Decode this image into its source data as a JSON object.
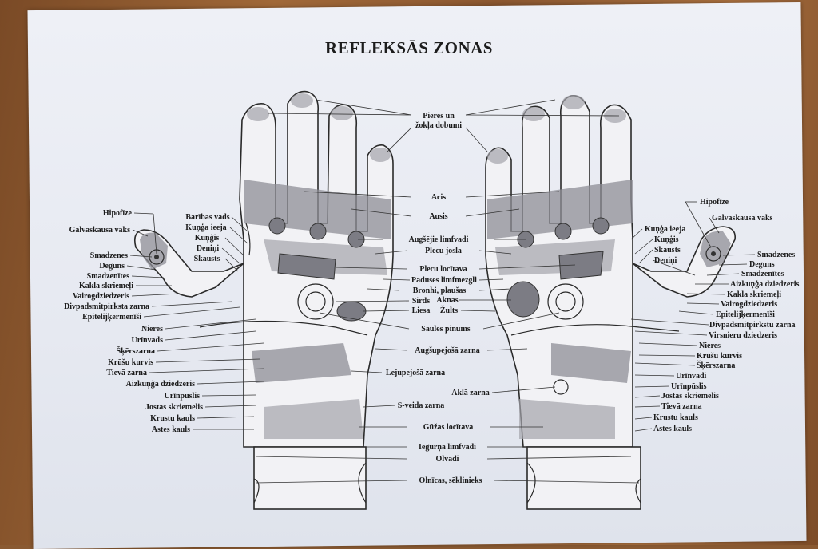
{
  "title": "REFLEKSĀS ZONAS",
  "center_labels": [
    "Pieres un",
    "žokļa dobumi",
    "Acis",
    "Ausis",
    "Augšējie limfvadi",
    "Plecu josla",
    "Plecu locītava",
    "Paduses limfmezgli",
    "Bronhi, plaušas",
    "Sirds",
    "Aknas",
    "Liesa",
    "Žults",
    "Saules pinums",
    "Augšupejošā zarna",
    "Lejupejošā zarna",
    "Aklā zarna",
    "S-veida zarna",
    "Gūžas locītava",
    "Iegurņa limfvadi",
    "Olvadi",
    "Olnīcas, sēklinieks"
  ],
  "left_labels": [
    "Hipofīze",
    "Galvaskausa vāks",
    "Smadzenes",
    "Deguns",
    "Smadzenītes",
    "Kakla skriemeļi",
    "Vairogdziedzeris",
    "Divpadsmitpirksta zarna",
    "Epitelijķermenīši",
    "Nieres",
    "Urīnvads",
    "Šķērszarna",
    "Krūšu kurvis",
    "Tievā zarna",
    "Aizkuņģa dziedzeris",
    "Urīnpūslis",
    "Jostas skriemelis",
    "Krustu kauls",
    "Astes kauls"
  ],
  "left_upper_labels": [
    "Barības vads",
    "Kuņģa ieeja",
    "Kuņģis",
    "Deniņi",
    "Skausts"
  ],
  "right_labels": [
    "Hipofīze",
    "Galvaskausa vāks",
    "Kuņģa ieeja",
    "Kuņģis",
    "Skausts",
    "Deniņi",
    "Smadzenes",
    "Deguns",
    "Smadzenītes",
    "Aizkuņģa dziedzeris",
    "Kakla skriemeļi",
    "Vairogdziedzeris",
    "Epitelijķermenīši",
    "Divpadsmitpirkstu zarna",
    "Virsnieru dziedzeris",
    "Nieres",
    "Krūšu kurvis",
    "Šķērszarna",
    "Urīnvadi",
    "Urīnpūslis",
    "Jostas skriemelis",
    "Tievā zarna",
    "Krustu kauls",
    "Astes kauls"
  ]
}
